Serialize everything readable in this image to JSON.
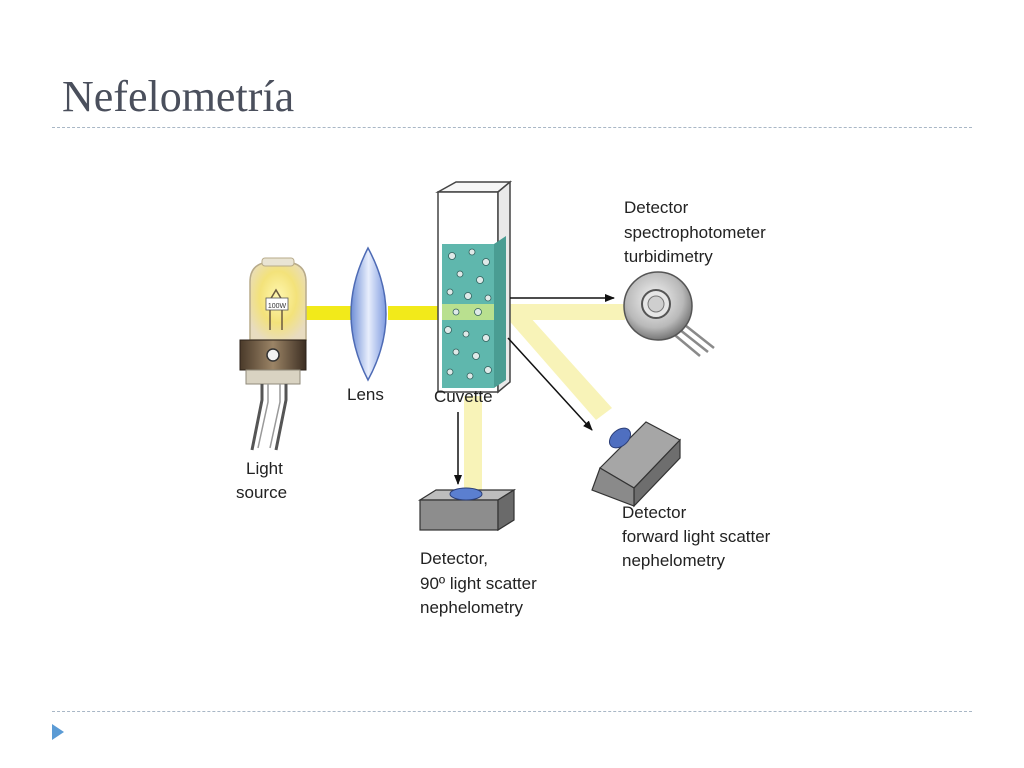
{
  "slide": {
    "title": "Nefelometría"
  },
  "diagram": {
    "lamp_marking": "100W",
    "labels": {
      "light_source": [
        "Light",
        "source"
      ],
      "lens": "Lens",
      "cuvette": "Cuvette",
      "detector_turbidimetry": [
        "Detector",
        "spectrophotometer",
        "turbidimetry"
      ],
      "detector_forward": [
        "Detector",
        "forward light scatter",
        "nephelometry"
      ],
      "detector_90": [
        "Detector,",
        "90º light scatter",
        "nephelometry"
      ]
    }
  },
  "colors": {
    "title": "#4a4f5c",
    "rule": "#a9b7c6",
    "bullet": "#5b9bd5",
    "light_beam": "#f2ea1a",
    "scatter_beam": "#f8f3b8",
    "cuvette_liquid": "#5fb7ad",
    "lens": "#8fa8e0",
    "detector_body": "#8d8d8d"
  }
}
